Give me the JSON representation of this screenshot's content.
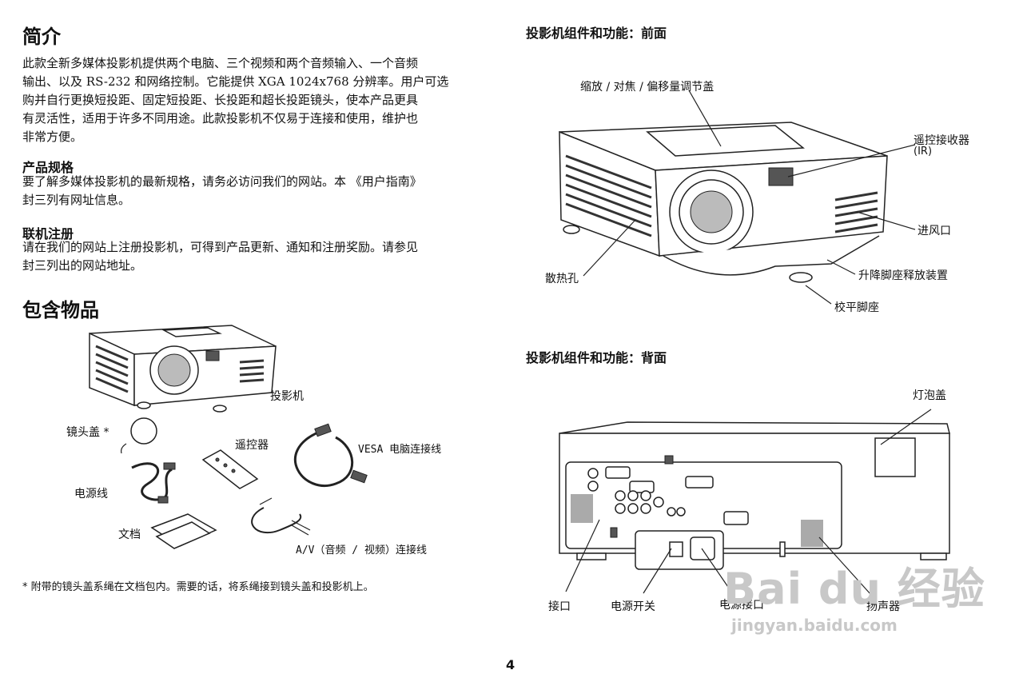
{
  "intro": {
    "title": "简介",
    "lines": [
      "此款全新多媒体投影机提供两个电脑、三个视频和两个音频输入、一个音频",
      "输出、以及 RS-232 和网络控制。它能提供 XGA 1024x768 分辨率。用户可选",
      "购并自行更换短投距、固定短投距、长投距和超长投距镜头，使本产品更具",
      "有灵活性，适用于许多不同用途。此款投影机不仅易于连接和使用，维护也",
      "非常方便。"
    ]
  },
  "specs": {
    "title": "产品规格",
    "lines": [
      "要了解多媒体投影机的最新规格，请务必访问我们的网站。本 《用户指南》",
      "封三列有网址信息。"
    ]
  },
  "register": {
    "title": "联机注册",
    "lines": [
      "请在我们的网站上注册投影机，可得到产品更新、通知和注册奖励。请参见",
      "封三列出的网站地址。"
    ]
  },
  "contents": {
    "title": "包含物品",
    "items": {
      "projector": "投影机",
      "lens_cap": "镜头盖 *",
      "remote": "遥控器",
      "vesa": "VESA 电脑连接线",
      "power_cord": "电源线",
      "docs": "文档",
      "av_cable": "A/V（音频 / 视频）连接线"
    },
    "footnote": "* 附带的镜头盖系绳在文档包内。需要的话，将系绳接到镜头盖和投影机上。"
  },
  "front": {
    "title": "投影机组件和功能：前面",
    "labels": {
      "zoom": "缩放 / 对焦 / 偏移量调节盖",
      "ir_1": "遥控接收器",
      "ir_2": "(IR)",
      "intake": "进风口",
      "vents": "散热孔",
      "release": "升降脚座释放装置",
      "foot": "校平脚座"
    }
  },
  "rear": {
    "title": "投影机组件和功能：背面",
    "labels": {
      "lamp": "灯泡盖",
      "connectors": "接口",
      "power_switch": "电源开关",
      "power_conn": "电源接口",
      "speaker": "扬声器"
    }
  },
  "page_number": "4",
  "watermark": {
    "brand": "Bai  du 经验",
    "url": "jingyan.baidu.com"
  }
}
